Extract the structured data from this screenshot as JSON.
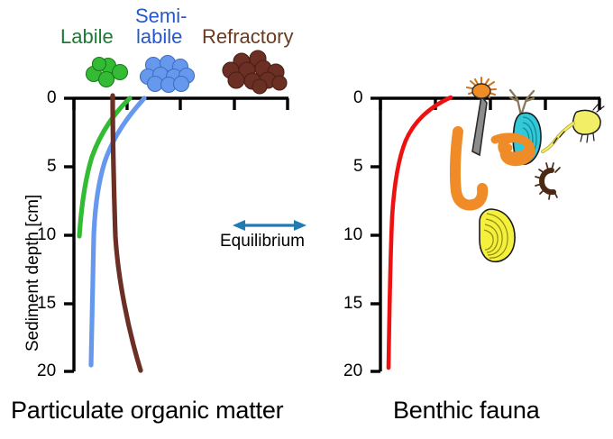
{
  "figure": {
    "background": "#ffffff",
    "axis_color": "#000000"
  },
  "panels": {
    "left": {
      "caption": "Particulate organic matter",
      "y_axis_label": "Sediment depth [cm]",
      "y_ticks": [
        "0",
        "5",
        "10",
        "15",
        "20"
      ],
      "legend": [
        {
          "label_line1": "Labile",
          "label_line2": "",
          "color": "#1b7a33",
          "dot_color": "#33bb33",
          "dot_count": 5
        },
        {
          "label_line1": "Semi-",
          "label_line2": "labile",
          "color": "#2558c8",
          "dot_color": "#6699ee",
          "dot_count": 10
        },
        {
          "label_line1": "Refractory",
          "label_line2": "",
          "color": "#6b3a1f",
          "dot_color": "#6b2f23",
          "dot_count": 11
        }
      ],
      "annotation": {
        "text": "Equilibrium",
        "arrow_color": "#1f7bb0",
        "arrow_type": "double-headed-horizontal"
      }
    },
    "right": {
      "caption": "Benthic fauna",
      "y_ticks": [
        "0",
        "5",
        "10",
        "15",
        "20"
      ],
      "organisms": [
        {
          "name": "anemone-on-tube",
          "colors": [
            "#f08c28",
            "#8c8c8c"
          ]
        },
        {
          "name": "mussel",
          "colors": [
            "#33c8d8",
            "#8a7a5a"
          ]
        },
        {
          "name": "amphipod-shrimp",
          "colors": [
            "#f2ee66"
          ]
        },
        {
          "name": "j-shaped-worm",
          "colors": [
            "#f08c28"
          ]
        },
        {
          "name": "squiggle-worm",
          "colors": [
            "#f08c28"
          ]
        },
        {
          "name": "bristle-worm",
          "colors": [
            "#4a2a15"
          ]
        },
        {
          "name": "clam",
          "colors": [
            "#f5f03c"
          ]
        }
      ]
    }
  },
  "chart_data": {
    "type": "line",
    "title": "",
    "xlabel": "",
    "ylabel": "Sediment depth [cm]",
    "ylim": [
      0,
      20
    ],
    "y_inverted": true,
    "grid": false,
    "legend_position": "top",
    "panels": [
      {
        "panel": "Particulate organic matter",
        "y_ticks": [
          0,
          5,
          10,
          15,
          20
        ],
        "series": [
          {
            "name": "Labile",
            "color": "#33bb33",
            "description": "Steep exponential decay; concentration drops to zero by 10 cm depth",
            "depth_cm": [
              0,
              0.5,
              1,
              2,
              3,
              4,
              5,
              6,
              7,
              8,
              9,
              10
            ],
            "relative_concentration": [
              0.62,
              0.5,
              0.4,
              0.26,
              0.18,
              0.13,
              0.09,
              0.06,
              0.04,
              0.025,
              0.012,
              0.0
            ]
          },
          {
            "name": "Semi-labile",
            "color": "#6699ee",
            "description": "Moderate decay reaching a small nonzero background by 20 cm",
            "depth_cm": [
              0,
              0.5,
              1,
              2,
              3,
              4,
              5,
              7,
              10,
              12,
              15,
              17,
              19.5
            ],
            "relative_concentration": [
              0.8,
              0.7,
              0.62,
              0.49,
              0.4,
              0.34,
              0.3,
              0.24,
              0.2,
              0.19,
              0.175,
              0.17,
              0.165
            ]
          },
          {
            "name": "Refractory",
            "color": "#6b2f23",
            "description": "Nearly constant with depth, increasing slightly below 10 cm",
            "depth_cm": [
              0,
              2,
              5,
              8,
              10,
              12,
              14,
              16,
              18,
              20
            ],
            "relative_concentration": [
              0.38,
              0.375,
              0.375,
              0.38,
              0.4,
              0.44,
              0.5,
              0.57,
              0.65,
              0.73
            ]
          }
        ]
      },
      {
        "panel": "Benthic fauna",
        "y_ticks": [
          0,
          5,
          10,
          15,
          20
        ],
        "series": [
          {
            "name": "Benthic fauna abundance",
            "color": "#ee1111",
            "description": "Abundance highest at the sediment surface, decaying sharply with depth",
            "depth_cm": [
              0,
              0.5,
              1,
              2,
              3,
              4,
              5,
              7,
              10,
              13,
              16,
              19.5
            ],
            "relative_abundance": [
              0.97,
              0.78,
              0.64,
              0.47,
              0.37,
              0.3,
              0.25,
              0.18,
              0.12,
              0.09,
              0.065,
              0.05
            ]
          }
        ]
      }
    ]
  }
}
